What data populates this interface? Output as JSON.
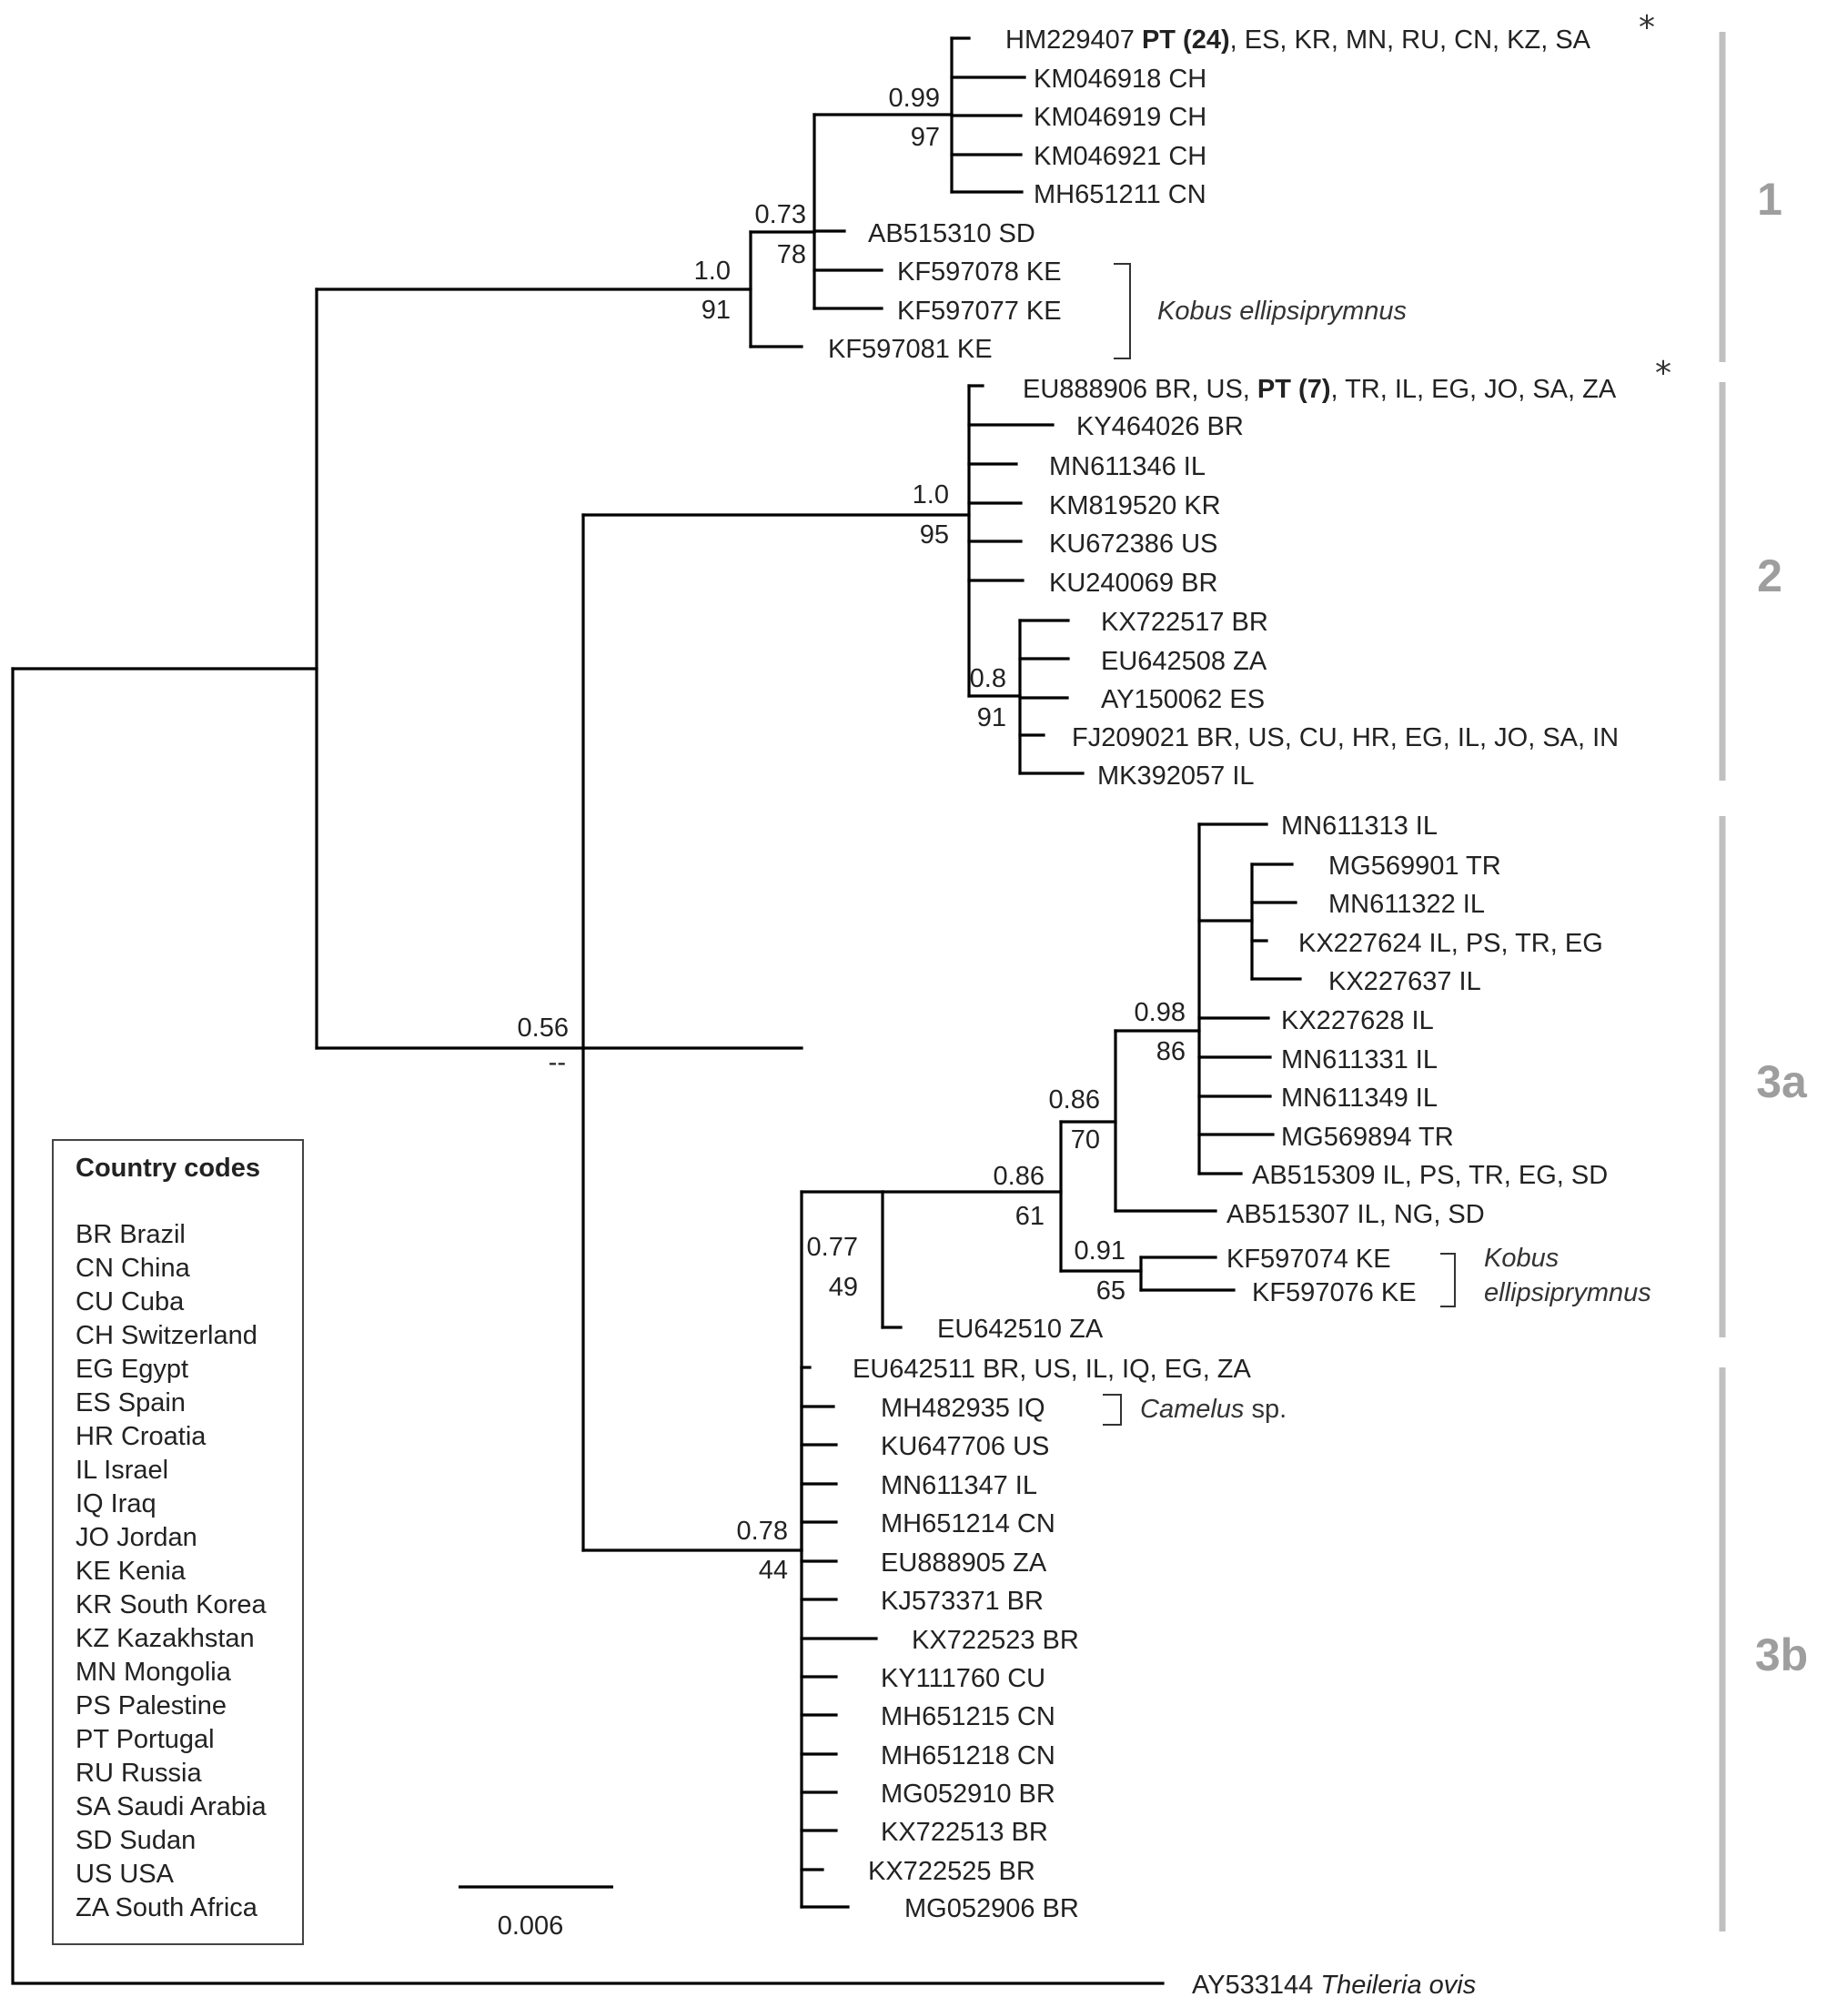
{
  "tips": {
    "t1a": {
      "acc": "HM229407",
      "bold": "PT (24)",
      "rest": ", ES, KR, MN, RU, CN, KZ, SA"
    },
    "t1b": "KM046918 CH",
    "t1c": "KM046919 CH",
    "t1d": "KM046921 CH",
    "t1e": "MH651211 CN",
    "t1f": "AB515310 SD",
    "t1g": "KF597078 KE",
    "t1h": "KF597077 KE",
    "t1i": "KF597081 KE",
    "t2a": {
      "pre": "EU888906 BR, US, ",
      "bold": "PT (7)",
      "rest": ", TR, IL, EG, JO, SA, ZA"
    },
    "t2b": "KY464026 BR",
    "t2c": "MN611346 IL",
    "t2d": "KM819520 KR",
    "t2e": "KU672386 US",
    "t2f": "KU240069 BR",
    "t2g": "KX722517 BR",
    "t2h": "EU642508 ZA",
    "t2i": "AY150062 ES",
    "t2j": "FJ209021 BR, US, CU, HR, EG, IL, JO, SA, IN",
    "t2k": "MK392057 IL",
    "t3a1": "MN611313 IL",
    "t3a2": "MG569901 TR",
    "t3a3": "MN611322 IL",
    "t3a4": "KX227624 IL, PS, TR, EG",
    "t3a5": "KX227637 IL",
    "t3a6": "KX227628 IL",
    "t3a7": "MN611331 IL",
    "t3a8": "MN611349 IL",
    "t3a9": "MG569894 TR",
    "t3a10": "AB515309 IL, PS, TR, EG, SD",
    "t3a11": "AB515307 IL, NG, SD",
    "t3a12": "KF597074 KE",
    "t3a13": "KF597076 KE",
    "t3a14": "EU642510 ZA",
    "t3b1": "EU642511 BR, US, IL, IQ, EG, ZA",
    "t3b2": "MH482935 IQ",
    "t3b3": "KU647706 US",
    "t3b4": "MN611347 IL",
    "t3b5": "MH651214 CN",
    "t3b6": "EU888905 ZA",
    "t3b7": "KJ573371 BR",
    "t3b8": "KX722523 BR",
    "t3b9": "KY111760 CU",
    "t3b10": "MH651215 CN",
    "t3b11": "MH651218 CN",
    "t3b12": "MG052910 BR",
    "t3b13": "KX722513 BR",
    "t3b14": "KX722525 BR",
    "t3b15": "MG052906 BR",
    "out": {
      "acc": "AY533144",
      "species": "Theileria ovis"
    }
  },
  "support": {
    "n1_pp": "1.0",
    "n1_bs": "91",
    "n1a_pp": "0.73",
    "n1a_bs": "78",
    "n1b_pp": "0.99",
    "n1b_bs": "97",
    "n2_pp": "1.0",
    "n2_bs": "95",
    "n2a_pp": "0.8",
    "n2a_bs": "91",
    "n3_pp": "0.56",
    "n3_bs": "--",
    "n3a_pp": "0.77",
    "n3a_bs": "49",
    "n3b_pp": "0.86",
    "n3b_bs": "61",
    "n3c_pp": "0.86",
    "n3c_bs": "70",
    "n3d_pp": "0.98",
    "n3d_bs": "86",
    "n3e_pp": "0.91",
    "n3e_bs": "65",
    "n3f_pp": "0.78",
    "n3f_bs": "44"
  },
  "hosts": {
    "kobus1": "Kobus ellipsiprymnus",
    "kobus2_line1": "Kobus",
    "kobus2_line2": "ellipsiprymnus",
    "camelus_genus": "Camelus",
    "camelus_suffix": " sp."
  },
  "groups": {
    "g1": "1",
    "g2": "2",
    "g3a": "3a",
    "g3b": "3b"
  },
  "asterisk": "*",
  "scale": {
    "value": "0.006"
  },
  "legend": {
    "title": "Country codes",
    "items": [
      "BR Brazil",
      "CN China",
      "CU Cuba",
      "CH Switzerland",
      "EG Egypt",
      "ES Spain",
      "HR Croatia",
      "IL Israel",
      "IQ Iraq",
      "JO Jordan",
      "KE Kenia",
      "KR South Korea",
      "KZ Kazakhstan",
      "MN Mongolia",
      "PS Palestine",
      "PT Portugal",
      "RU Russia",
      "SA Saudi Arabia",
      "SD Sudan",
      "US USA",
      "ZA South Africa"
    ]
  },
  "colors": {
    "branch": "#000000",
    "group_bar": "#c0c0c0",
    "group_label": "#9e9e9e",
    "text": "#222222"
  }
}
